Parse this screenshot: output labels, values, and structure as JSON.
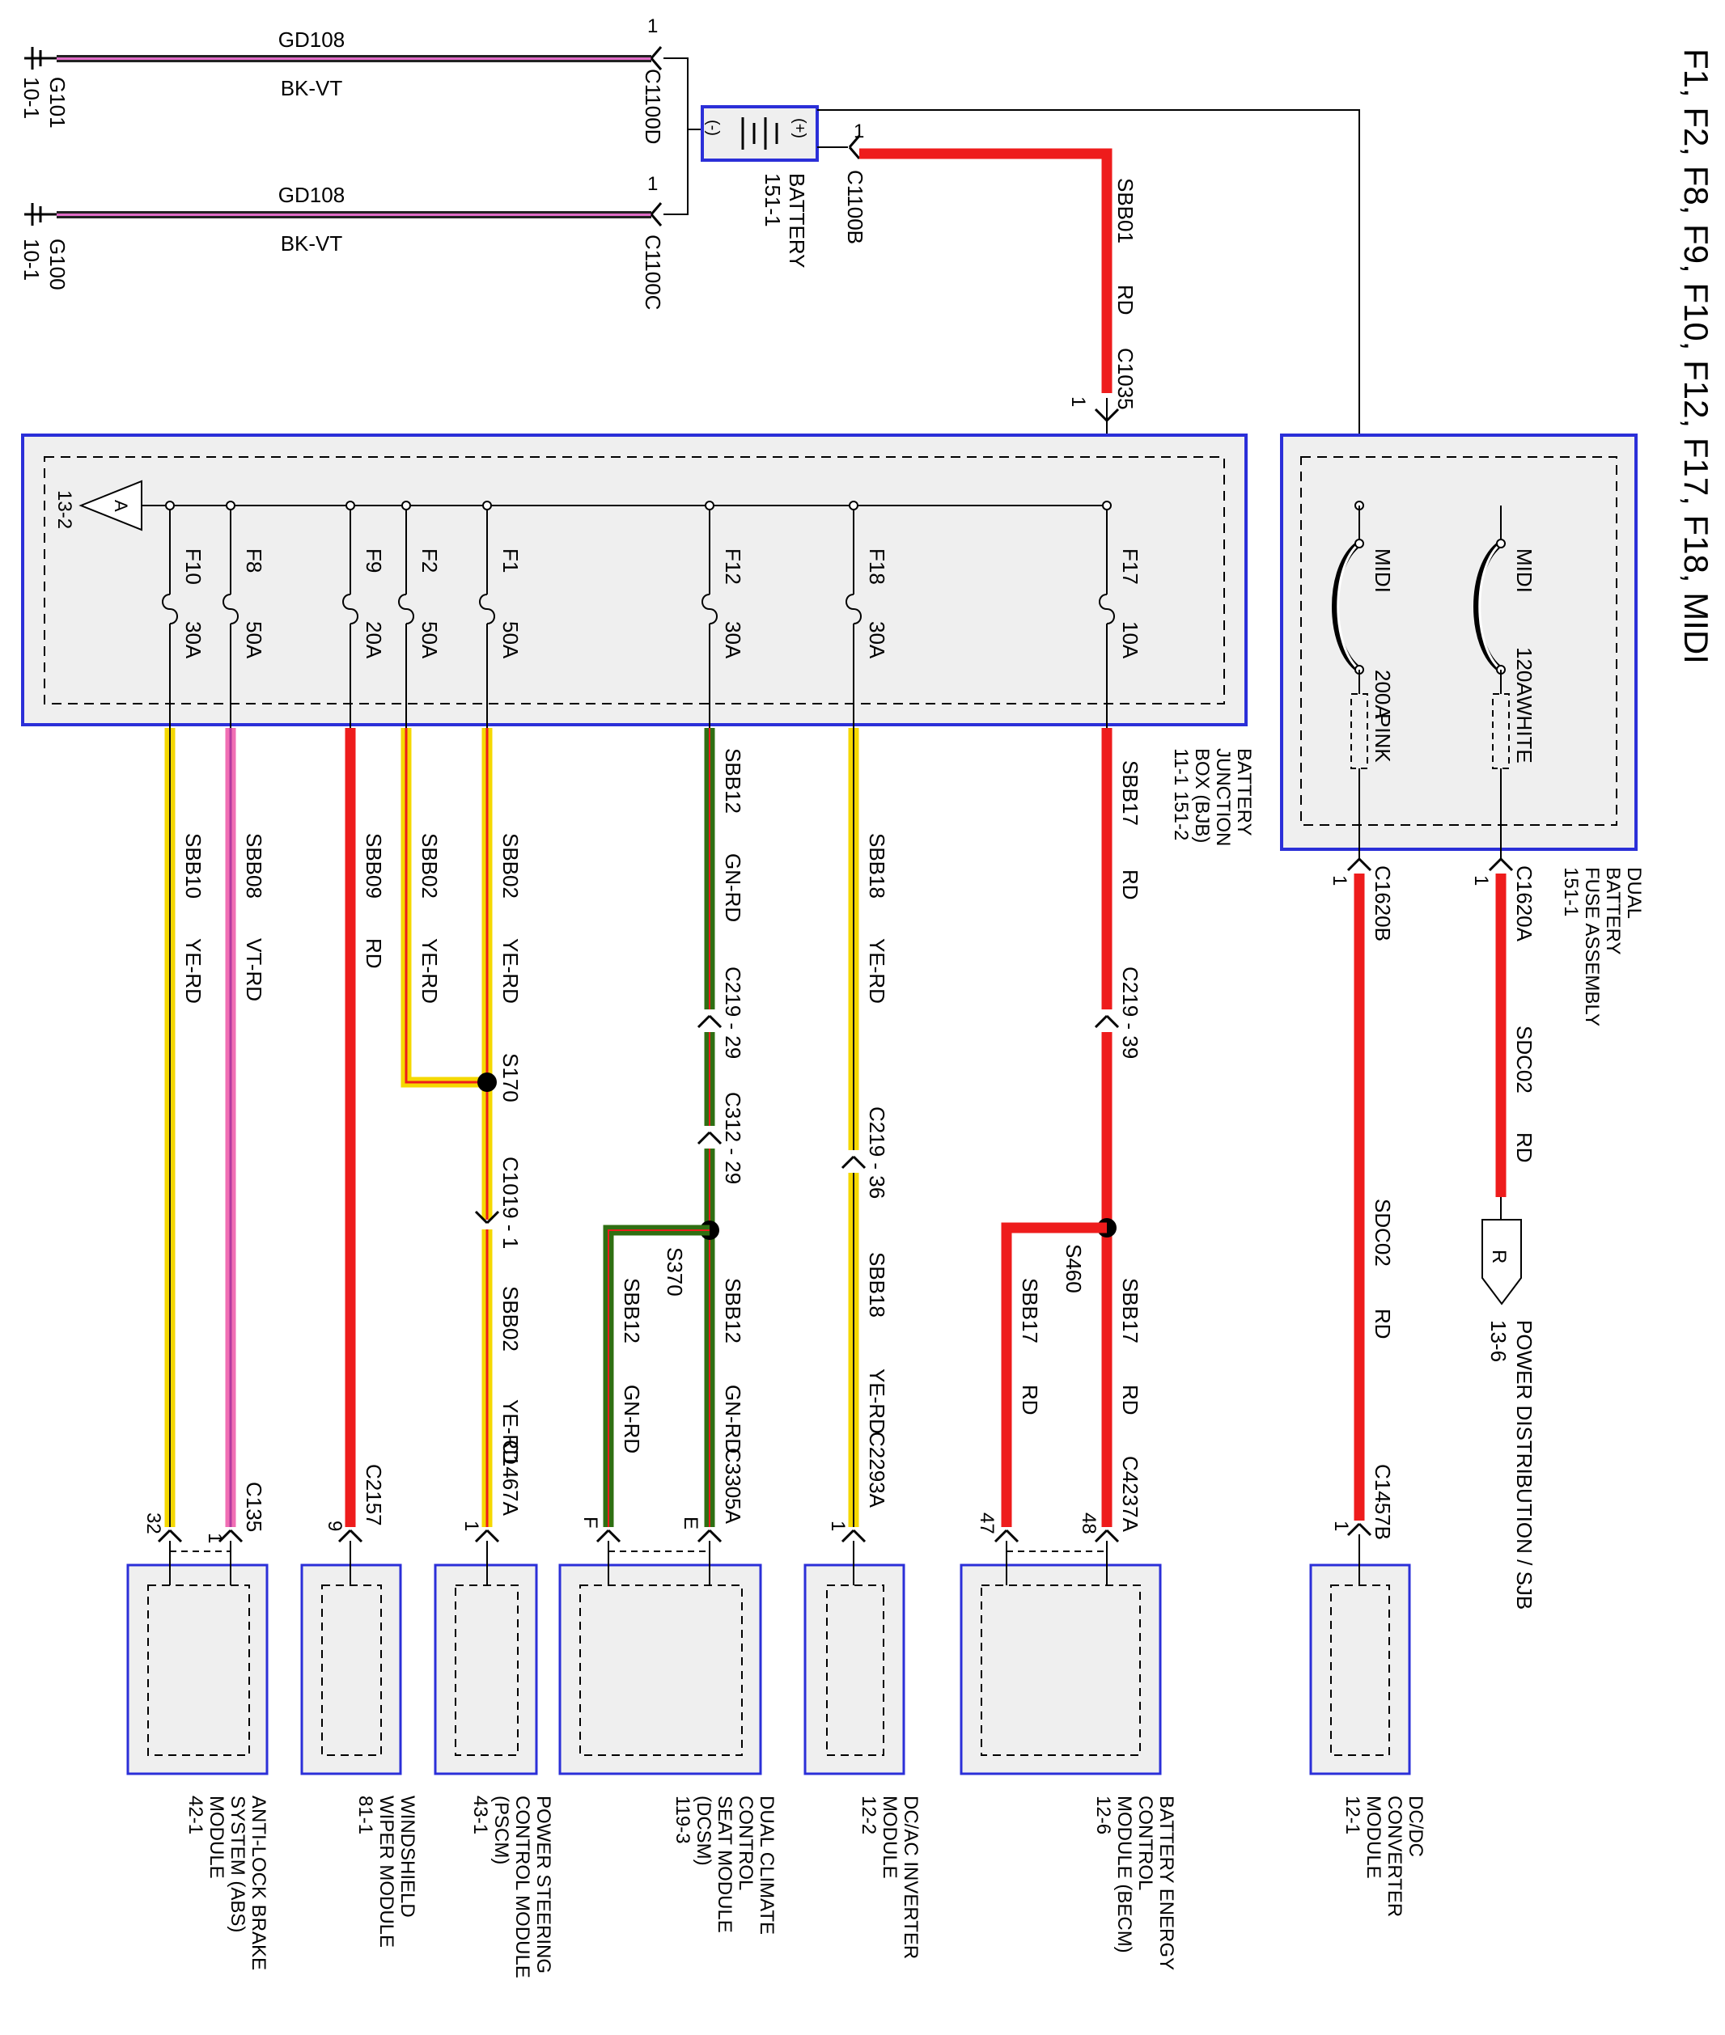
{
  "title": "F1, F2, F8, F9, F10, F12, F17, F18, MIDI",
  "grounds": [
    {
      "name": "G101",
      "ref": "10-1",
      "circuit": "GD108",
      "color": "BK-VT",
      "connector": "C1100D",
      "pin": "1"
    },
    {
      "name": "G100",
      "ref": "10-1",
      "circuit": "GD108",
      "color": "BK-VT",
      "connector": "C1100C",
      "pin": "1"
    }
  ],
  "battery": {
    "name": "BATTERY",
    "ref": "151-1",
    "neg": "(-)",
    "pos": "(+)",
    "pos_connector": "C1100B",
    "pos_pin": "1"
  },
  "feed": {
    "circuit": "SBB01",
    "color": "RD",
    "connector": "C1035",
    "pin": "1"
  },
  "bjb": {
    "name_lines": [
      "BATTERY",
      "JUNCTION",
      "BOX (BJB)",
      "11-1   151-2"
    ],
    "ref": "13-2",
    "tag": "A"
  },
  "fuses": [
    {
      "id": "F10",
      "rating": "30A",
      "circuit": "SBB10",
      "color": "YE-RD"
    },
    {
      "id": "F8",
      "rating": "50A",
      "circuit": "SBB08",
      "color": "VT-RD"
    },
    {
      "id": "F9",
      "rating": "20A",
      "circuit": "SBB09",
      "color": "RD"
    },
    {
      "id": "F2",
      "rating": "50A",
      "circuit": "SBB02",
      "color": "YE-RD"
    },
    {
      "id": "F1",
      "rating": "50A",
      "circuit": "SBB02",
      "color": "YE-RD"
    },
    {
      "id": "F12",
      "rating": "30A",
      "circuit": "SBB12",
      "color": "GN-RD"
    },
    {
      "id": "F18",
      "rating": "30A",
      "circuit": "SBB18",
      "color": "YE-RD"
    },
    {
      "id": "F17",
      "rating": "10A",
      "circuit": "SBB17",
      "color": "RD"
    }
  ],
  "inline": {
    "c219_29": "C219 - 29",
    "c312_29": "C312 - 29",
    "c219_36": "C219 - 36",
    "c219_39": "C219 - 39",
    "c1019_1": "C1019 - 1",
    "s170": "S170",
    "s370": "S370",
    "s460": "S460"
  },
  "lower_circuits": {
    "pscm": {
      "circuit": "SBB02",
      "color": "YE-RD"
    },
    "dcsm_e": {
      "circuit": "SBB12",
      "color": "GN-RD"
    },
    "dcsm_f": {
      "circuit": "SBB12",
      "color": "GN-RD"
    },
    "dcac": {
      "circuit": "SBB18",
      "color": "YE-RD"
    },
    "becm_48": {
      "circuit": "SBB17",
      "color": "RD"
    },
    "becm_47": {
      "circuit": "SBB17",
      "color": "RD"
    }
  },
  "midi": {
    "name_lines": [
      "DUAL",
      "BATTERY",
      "FUSE ASSEMBLY",
      "151-1"
    ],
    "fuses": [
      {
        "id": "MIDI",
        "rating": "200A",
        "label": "PINK",
        "connector": "C1620B",
        "pin": "1"
      },
      {
        "id": "MIDI",
        "rating": "120A",
        "label": "WHITE",
        "connector": "C1620A",
        "pin": "1"
      }
    ]
  },
  "sdc": {
    "circuit": "SDC02",
    "color": "RD"
  },
  "power_dist": {
    "tag": "R",
    "label": "POWER DISTRIBUTION / SJB",
    "ref": "13-6"
  },
  "modules": [
    {
      "key": "abs",
      "connector": "C135",
      "pins": [
        "32",
        "1"
      ],
      "name_lines": [
        "ANTI-LOCK BRAKE",
        "SYSTEM (ABS)",
        "MODULE",
        "42-1"
      ]
    },
    {
      "key": "wiper",
      "connector": "C2157",
      "pins": [
        "9"
      ],
      "name_lines": [
        "WINDSHIELD",
        "WIPER MODULE",
        "81-1"
      ]
    },
    {
      "key": "pscm",
      "connector": "C1467A",
      "pins": [
        "1"
      ],
      "name_lines": [
        "POWER STEERING",
        "CONTROL MODULE",
        "(PSCM)",
        "43-1"
      ]
    },
    {
      "key": "dcsm",
      "connector": "C3305A",
      "pins": [
        "F",
        "E"
      ],
      "name_lines": [
        "DUAL CLIMATE",
        "CONTROL",
        "SEAT MODULE",
        "(DCSM)",
        "119-3"
      ]
    },
    {
      "key": "dcac",
      "connector": "C2293A",
      "pins": [
        "1"
      ],
      "name_lines": [
        "DC/AC INVERTER",
        "MODULE",
        "12-2"
      ]
    },
    {
      "key": "becm",
      "connector": "C4237A",
      "pins": [
        "47",
        "48"
      ],
      "name_lines": [
        "BATTERY ENERGY",
        "CONTROL",
        "MODULE (BECM)",
        "12-6"
      ]
    },
    {
      "key": "dcdc",
      "connector": "C1457B",
      "pins": [
        "1"
      ],
      "name_lines": [
        "DC/DC",
        "CONVERTER",
        "MODULE",
        "12-1"
      ]
    }
  ],
  "colors": {
    "red": "#ee1c1c",
    "yellow": "#f5d800",
    "green": "#2f6f12",
    "pink": "#f06fb4",
    "violet": "#b4399e",
    "black": "#111111",
    "blue": "#2b2fd8",
    "box": "#efefef"
  }
}
